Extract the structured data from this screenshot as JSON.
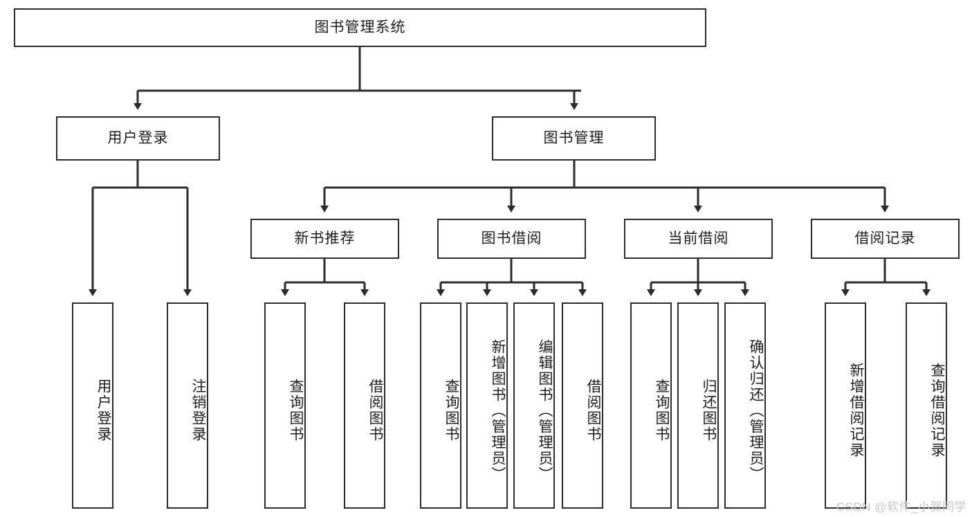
{
  "diagram": {
    "type": "tree",
    "title": "图书管理系统",
    "orientation": "top-down",
    "watermark": "CSDN @软件_小贺同学",
    "colors": {
      "box_border": "#2b2b2b",
      "box_fill": "#ffffff",
      "edge": "#2b2b2b",
      "text": "#1c1c1c",
      "watermark": "#c7c7c7"
    },
    "root": {
      "label": "图书管理系统"
    },
    "level2": [
      {
        "label": "用户登录"
      },
      {
        "label": "图书管理"
      }
    ],
    "level3": [
      {
        "label": "新书推荐"
      },
      {
        "label": "图书借阅"
      },
      {
        "label": "当前借阅"
      },
      {
        "label": "借阅记录"
      }
    ],
    "leaves": {
      "user_login": [
        {
          "label": "用户登录"
        },
        {
          "label": "注销登录"
        }
      ],
      "new_book_recommend": [
        {
          "label": "查询图书"
        },
        {
          "label": "借阅图书"
        }
      ],
      "book_borrow": [
        {
          "label": "查询图书"
        },
        {
          "label": "新增图书（管理员）"
        },
        {
          "label": "编辑图书（管理员）"
        },
        {
          "label": "借阅图书"
        }
      ],
      "current_borrow": [
        {
          "label": "查询图书"
        },
        {
          "label": "归还图书"
        },
        {
          "label": "确认归还（管理员）"
        }
      ],
      "borrow_record": [
        {
          "label": "新增借阅记录"
        },
        {
          "label": "查询借阅记录"
        }
      ]
    }
  }
}
